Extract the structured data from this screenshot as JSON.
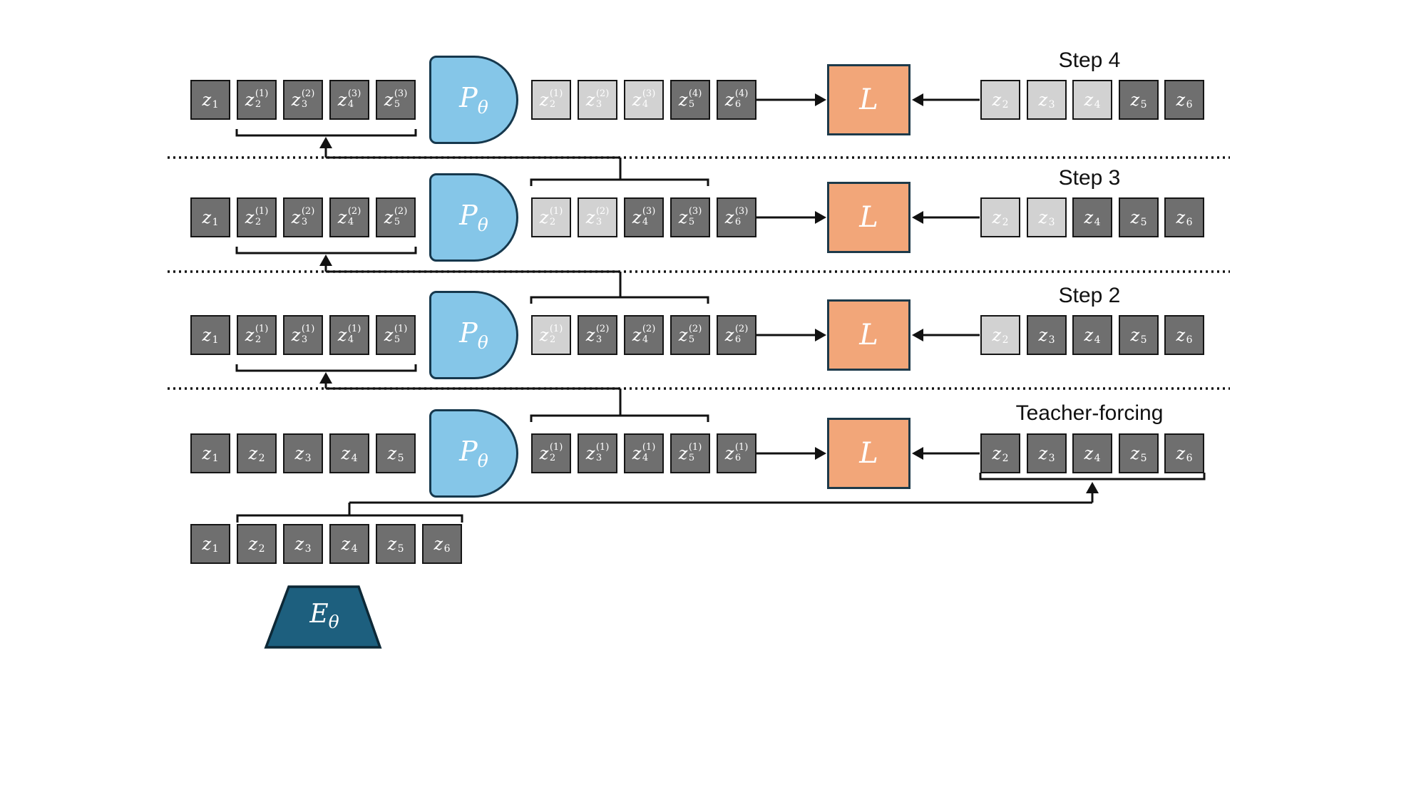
{
  "colors": {
    "dark_box": "#6f6f6f",
    "light_box": "#d2d2d2",
    "box_border": "#151515",
    "box_text": "#ffffff",
    "processor_fill": "#85c6e8",
    "processor_border": "#16384d",
    "loss_fill": "#f2a679",
    "loss_border": "#1d3a4a",
    "encoder_fill": "#1d5f7e",
    "encoder_border": "#0d2836",
    "line": "#111111",
    "label_text": "#111111"
  },
  "processor": {
    "base": "P",
    "sub": "θ"
  },
  "loss": {
    "label": "L"
  },
  "encoder": {
    "base": "E",
    "sub": "θ"
  },
  "rows": [
    {
      "label": "Step 4",
      "left": [
        {
          "base": "z",
          "sub": "1",
          "sup": "",
          "shade": "dark"
        },
        {
          "base": "z",
          "sub": "2",
          "sup": "(1)",
          "shade": "dark"
        },
        {
          "base": "z",
          "sub": "3",
          "sup": "(2)",
          "shade": "dark"
        },
        {
          "base": "z",
          "sub": "4",
          "sup": "(3)",
          "shade": "dark"
        },
        {
          "base": "z",
          "sub": "5",
          "sup": "(3)",
          "shade": "dark"
        }
      ],
      "mid": [
        {
          "base": "z",
          "sub": "2",
          "sup": "(1)",
          "shade": "light"
        },
        {
          "base": "z",
          "sub": "3",
          "sup": "(2)",
          "shade": "light"
        },
        {
          "base": "z",
          "sub": "4",
          "sup": "(3)",
          "shade": "light"
        },
        {
          "base": "z",
          "sub": "5",
          "sup": "(4)",
          "shade": "dark"
        },
        {
          "base": "z",
          "sub": "6",
          "sup": "(4)",
          "shade": "dark"
        }
      ],
      "right": [
        {
          "base": "z",
          "sub": "2",
          "sup": "",
          "shade": "light"
        },
        {
          "base": "z",
          "sub": "3",
          "sup": "",
          "shade": "light"
        },
        {
          "base": "z",
          "sub": "4",
          "sup": "",
          "shade": "light"
        },
        {
          "base": "z",
          "sub": "5",
          "sup": "",
          "shade": "dark"
        },
        {
          "base": "z",
          "sub": "6",
          "sup": "",
          "shade": "dark"
        }
      ]
    },
    {
      "label": "Step 3",
      "left": [
        {
          "base": "z",
          "sub": "1",
          "sup": "",
          "shade": "dark"
        },
        {
          "base": "z",
          "sub": "2",
          "sup": "(1)",
          "shade": "dark"
        },
        {
          "base": "z",
          "sub": "3",
          "sup": "(2)",
          "shade": "dark"
        },
        {
          "base": "z",
          "sub": "4",
          "sup": "(2)",
          "shade": "dark"
        },
        {
          "base": "z",
          "sub": "5",
          "sup": "(2)",
          "shade": "dark"
        }
      ],
      "mid": [
        {
          "base": "z",
          "sub": "2",
          "sup": "(1)",
          "shade": "light"
        },
        {
          "base": "z",
          "sub": "3",
          "sup": "(2)",
          "shade": "light"
        },
        {
          "base": "z",
          "sub": "4",
          "sup": "(3)",
          "shade": "dark"
        },
        {
          "base": "z",
          "sub": "5",
          "sup": "(3)",
          "shade": "dark"
        },
        {
          "base": "z",
          "sub": "6",
          "sup": "(3)",
          "shade": "dark"
        }
      ],
      "right": [
        {
          "base": "z",
          "sub": "2",
          "sup": "",
          "shade": "light"
        },
        {
          "base": "z",
          "sub": "3",
          "sup": "",
          "shade": "light"
        },
        {
          "base": "z",
          "sub": "4",
          "sup": "",
          "shade": "dark"
        },
        {
          "base": "z",
          "sub": "5",
          "sup": "",
          "shade": "dark"
        },
        {
          "base": "z",
          "sub": "6",
          "sup": "",
          "shade": "dark"
        }
      ]
    },
    {
      "label": "Step 2",
      "left": [
        {
          "base": "z",
          "sub": "1",
          "sup": "",
          "shade": "dark"
        },
        {
          "base": "z",
          "sub": "2",
          "sup": "(1)",
          "shade": "dark"
        },
        {
          "base": "z",
          "sub": "3",
          "sup": "(1)",
          "shade": "dark"
        },
        {
          "base": "z",
          "sub": "4",
          "sup": "(1)",
          "shade": "dark"
        },
        {
          "base": "z",
          "sub": "5",
          "sup": "(1)",
          "shade": "dark"
        }
      ],
      "mid": [
        {
          "base": "z",
          "sub": "2",
          "sup": "(1)",
          "shade": "light"
        },
        {
          "base": "z",
          "sub": "3",
          "sup": "(2)",
          "shade": "dark"
        },
        {
          "base": "z",
          "sub": "4",
          "sup": "(2)",
          "shade": "dark"
        },
        {
          "base": "z",
          "sub": "5",
          "sup": "(2)",
          "shade": "dark"
        },
        {
          "base": "z",
          "sub": "6",
          "sup": "(2)",
          "shade": "dark"
        }
      ],
      "right": [
        {
          "base": "z",
          "sub": "2",
          "sup": "",
          "shade": "light"
        },
        {
          "base": "z",
          "sub": "3",
          "sup": "",
          "shade": "dark"
        },
        {
          "base": "z",
          "sub": "4",
          "sup": "",
          "shade": "dark"
        },
        {
          "base": "z",
          "sub": "5",
          "sup": "",
          "shade": "dark"
        },
        {
          "base": "z",
          "sub": "6",
          "sup": "",
          "shade": "dark"
        }
      ]
    },
    {
      "label": "Teacher-forcing",
      "left": [
        {
          "base": "z",
          "sub": "1",
          "sup": "",
          "shade": "dark"
        },
        {
          "base": "z",
          "sub": "2",
          "sup": "",
          "shade": "dark"
        },
        {
          "base": "z",
          "sub": "3",
          "sup": "",
          "shade": "dark"
        },
        {
          "base": "z",
          "sub": "4",
          "sup": "",
          "shade": "dark"
        },
        {
          "base": "z",
          "sub": "5",
          "sup": "",
          "shade": "dark"
        }
      ],
      "mid": [
        {
          "base": "z",
          "sub": "2",
          "sup": "(1)",
          "shade": "dark"
        },
        {
          "base": "z",
          "sub": "3",
          "sup": "(1)",
          "shade": "dark"
        },
        {
          "base": "z",
          "sub": "4",
          "sup": "(1)",
          "shade": "dark"
        },
        {
          "base": "z",
          "sub": "5",
          "sup": "(1)",
          "shade": "dark"
        },
        {
          "base": "z",
          "sub": "6",
          "sup": "(1)",
          "shade": "dark"
        }
      ],
      "right": [
        {
          "base": "z",
          "sub": "2",
          "sup": "",
          "shade": "dark"
        },
        {
          "base": "z",
          "sub": "3",
          "sup": "",
          "shade": "dark"
        },
        {
          "base": "z",
          "sub": "4",
          "sup": "",
          "shade": "dark"
        },
        {
          "base": "z",
          "sub": "5",
          "sup": "",
          "shade": "dark"
        },
        {
          "base": "z",
          "sub": "6",
          "sup": "",
          "shade": "dark"
        }
      ]
    }
  ],
  "bottom_row": [
    {
      "base": "z",
      "sub": "1",
      "sup": "",
      "shade": "dark"
    },
    {
      "base": "z",
      "sub": "2",
      "sup": "",
      "shade": "dark"
    },
    {
      "base": "z",
      "sub": "3",
      "sup": "",
      "shade": "dark"
    },
    {
      "base": "z",
      "sub": "4",
      "sup": "",
      "shade": "dark"
    },
    {
      "base": "z",
      "sub": "5",
      "sup": "",
      "shade": "dark"
    },
    {
      "base": "z",
      "sub": "6",
      "sup": "",
      "shade": "dark"
    }
  ]
}
